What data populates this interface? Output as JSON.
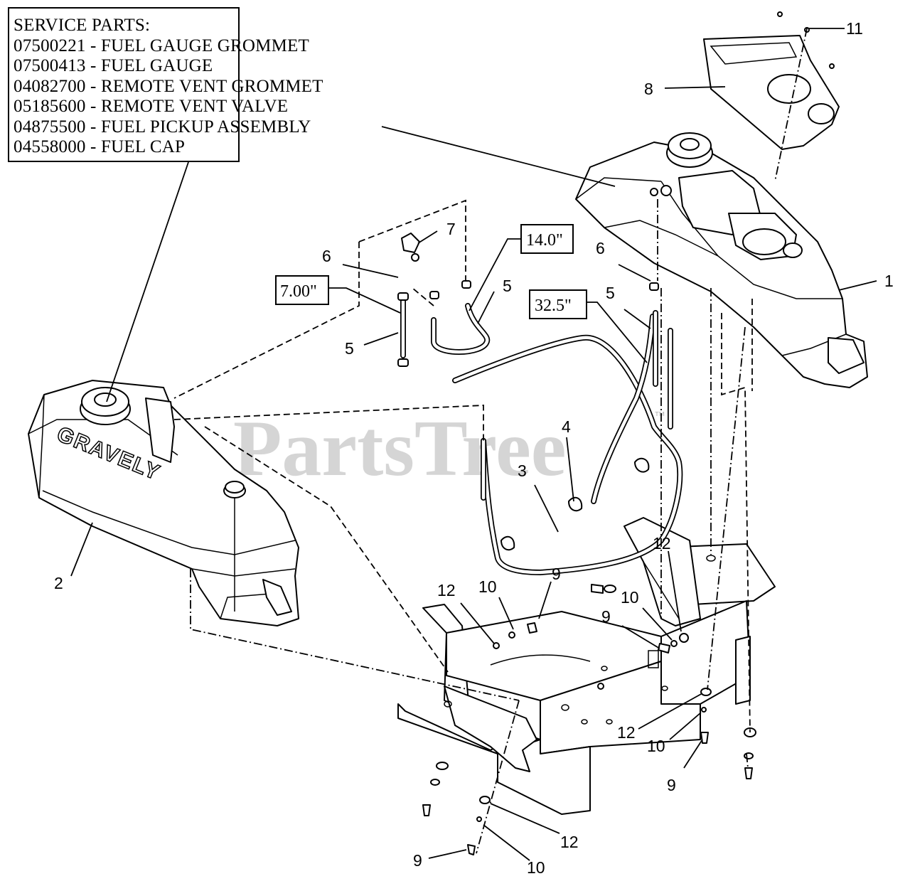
{
  "service_parts": {
    "heading": "SERVICE PARTS:",
    "items": [
      "07500221 - FUEL GAUGE GROMMET",
      "07500413 - FUEL GAUGE",
      "04082700 - REMOTE VENT GROMMET",
      "05185600 - REMOTE VENT VALVE",
      "04875500 - FUEL PICKUP ASSEMBLY",
      "04558000 - FUEL CAP"
    ]
  },
  "dimensions": {
    "d1": "14.0\"",
    "d2": "7.00\"",
    "d3": "32.5\""
  },
  "callouts": {
    "c1": "1",
    "c2": "2",
    "c3": "3",
    "c4": "4",
    "c5a": "5",
    "c5b": "5",
    "c5c": "5",
    "c6a": "6",
    "c6b": "6",
    "c7": "7",
    "c8": "8",
    "c9a": "9",
    "c9b": "9",
    "c9c": "9",
    "c9d": "9",
    "c10a": "10",
    "c10b": "10",
    "c10c": "10",
    "c10d": "10",
    "c11": "11",
    "c12a": "12",
    "c12b": "12",
    "c12c": "12",
    "c12d": "12"
  },
  "branding": {
    "tank_logo": "GRAVELY",
    "watermark": "PartsTree",
    "trademark": "™"
  }
}
